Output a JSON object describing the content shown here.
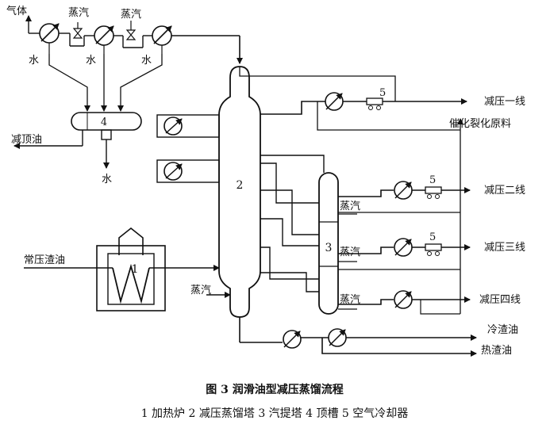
{
  "labels": {
    "gas": "气体",
    "steam_top1": "蒸汽",
    "steam_top2": "蒸汽",
    "water1": "水",
    "water2": "水",
    "water3": "水",
    "top_oil": "减顶油",
    "water_out": "水",
    "feed": "常压渣油",
    "steam_bottom": "蒸汽",
    "steam_s1": "蒸汽",
    "steam_s2": "蒸汽",
    "steam_s3": "蒸汽",
    "line1": "减压一线",
    "cat_feed": "催化裂化原料",
    "line2": "减压二线",
    "line3": "减压三线",
    "line4": "减压四线",
    "cold_residue": "冷渣油",
    "hot_residue": "热渣油"
  },
  "numbers": {
    "heater": "1",
    "tower": "2",
    "stripper": "3",
    "drum": "4",
    "cooler_a": "5",
    "cooler_b": "5",
    "cooler_c": "5"
  },
  "caption": {
    "title": "图 3    润滑油型减压蒸馏流程",
    "legend": "1 加热炉  2 减压蒸馏塔  3 汽提塔  4 顶槽  5 空气冷却器"
  }
}
